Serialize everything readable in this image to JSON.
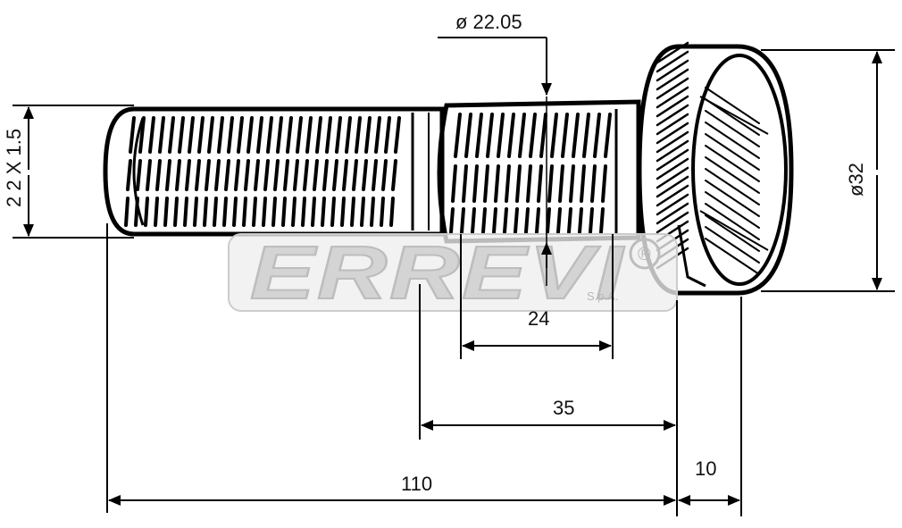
{
  "dimensions": {
    "thread_diameter": "ø 22.05",
    "thread_spec": "2 2 X 1.5",
    "head_diameter": "ø32",
    "knurl_length": "24",
    "shank_length": "35",
    "total_length": "110",
    "head_thickness": "10"
  },
  "watermark": {
    "brand": "ERREVI",
    "registered": "®",
    "suffix": "S.p.A."
  }
}
